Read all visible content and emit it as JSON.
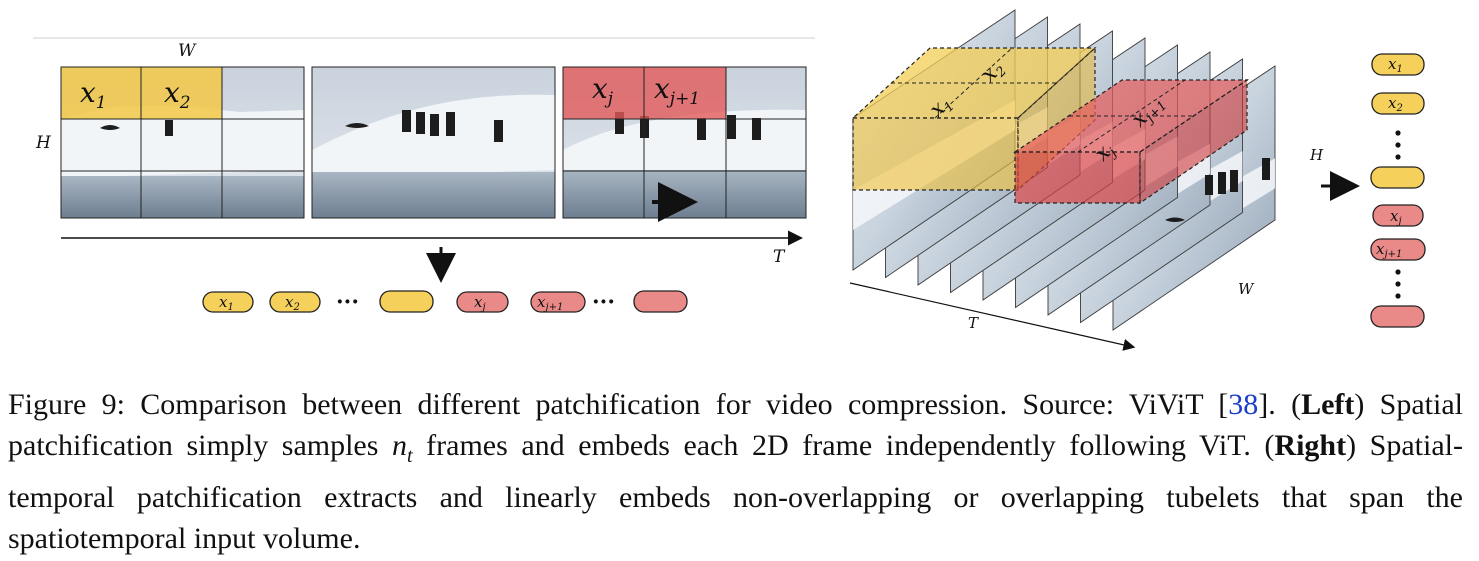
{
  "figure": {
    "left_panel": {
      "width_label": "W",
      "height_label": "H",
      "time_label": "T",
      "frame1_patches": [
        "x",
        "x"
      ],
      "frame1_subs": [
        "1",
        "2"
      ],
      "frame3_patches": [
        "x",
        "x"
      ],
      "frame3_subs": [
        "j",
        "j+1"
      ],
      "token_row": {
        "yellow_tokens": [
          "x",
          "x"
        ],
        "yellow_subs": [
          "1",
          "2"
        ],
        "red_tokens": [
          "x",
          "x"
        ],
        "red_subs": [
          "j",
          "j+1"
        ],
        "ellipsis": "···"
      }
    },
    "right_panel": {
      "height_label": "H",
      "width_label": "W",
      "time_label": "T",
      "tubelet_yellow_labels": [
        "x",
        "x"
      ],
      "tubelet_yellow_subs": [
        "1",
        "2"
      ],
      "tubelet_red_labels": [
        "x",
        "x"
      ],
      "tubelet_red_subs": [
        "j",
        "j+1"
      ],
      "token_column": {
        "tokens": [
          "x",
          "x"
        ],
        "subs": [
          "1",
          "2"
        ],
        "red_tokens": [
          "x",
          "x"
        ],
        "red_subs": [
          "j",
          "j+1"
        ]
      }
    },
    "colors": {
      "yellow_patch": "#f2c84b",
      "red_patch": "#e25a5a",
      "yellow_token": "#f5d05a",
      "red_token": "#ea8a88",
      "ice": "#e9eef3",
      "sky": "#d4dbe4",
      "water": "#7f8fa1"
    }
  },
  "caption": {
    "label": "Figure 9:",
    "text1": " Comparison between different patchification for video compression. Source: ViViT [",
    "ref": "38",
    "text2": "]. (",
    "left": "Left",
    "text3": ") Spatial patchification simply samples ",
    "math_var": "n",
    "math_sub": "t",
    "text4": " frames and embeds each 2D frame independently following ViT. (",
    "right": "Right",
    "text5": ") Spatial-temporal patchification extracts and linearly embeds non-overlapping or overlapping tubelets that span the spatiotemporal input volume."
  }
}
